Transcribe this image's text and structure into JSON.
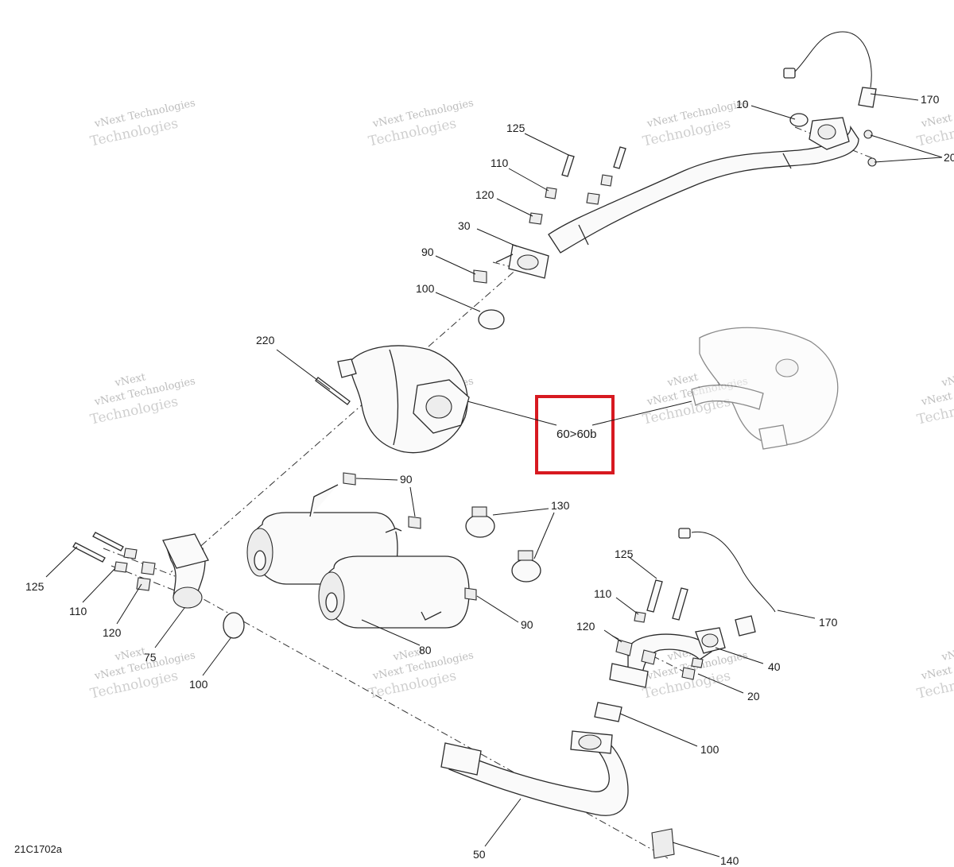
{
  "drawing_id": "21C1702a",
  "highlight": {
    "text": "60>60b",
    "color": "#d71920"
  },
  "watermark": {
    "line1": "vNext Technologies",
    "line2": "Technologies",
    "line3": "vNext"
  },
  "callouts": {
    "p170_top": "170",
    "p10": "10",
    "p20_top": "20",
    "p125_top": "125",
    "p110_top": "110",
    "p120_top": "120",
    "p30": "30",
    "p90_top": "90",
    "p100_top": "100",
    "p220": "220",
    "p90_mid": "90",
    "p130": "130",
    "p125_left": "125",
    "p110_left": "110",
    "p120_left": "120",
    "p75": "75",
    "p100_left": "100",
    "p80": "80",
    "p90_right": "90",
    "p125_right": "125",
    "p110_right": "110",
    "p120_right": "120",
    "p170_right": "170",
    "p40": "40",
    "p20_right": "20",
    "p100_bottom": "100",
    "p50": "50",
    "p140": "140"
  }
}
